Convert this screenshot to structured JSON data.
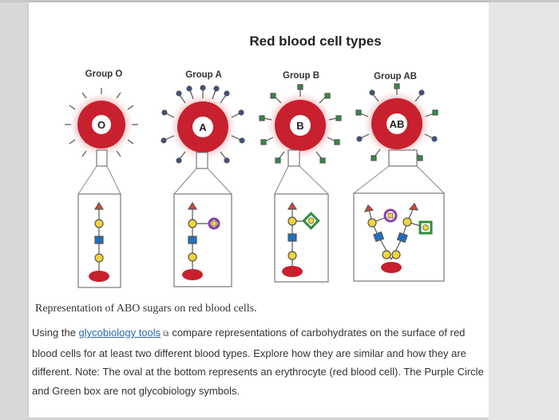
{
  "figure": {
    "title": "Red blood cell types",
    "groups": [
      {
        "label": "Group O",
        "antigen": "O"
      },
      {
        "label": "Group A",
        "antigen": "A"
      },
      {
        "label": "Group B",
        "antigen": "B"
      },
      {
        "label": "Group AB",
        "antigen": "AB"
      }
    ]
  },
  "caption": "Representation of ABO sugars on red blood cells.",
  "instructions": {
    "lead": "Using the ",
    "link_label": "glycobiology tools",
    "link_icon": "external-link-icon",
    "rest": "compare representations of carbohydrates on the surface of red blood cells for at least two different blood types. Explore how they are similar and how they are different. Note:  The oval at the bottom represents an erythrocyte (red blood cell). The Purple Circle and Green box are not glycobiology symbols."
  },
  "colors": {
    "cell_red": "#c8202e",
    "cell_glow": "#e77a7a",
    "fucose_red": "#e2442f",
    "galactose_yellow": "#f3d33a",
    "glcnac_blue": "#1f6fc0",
    "purple_circle": "#8a3ea5",
    "green_box": "#2f8f3a",
    "a_antigen_spike": "#3b4f8c",
    "b_antigen_spike": "#2e8f45"
  }
}
